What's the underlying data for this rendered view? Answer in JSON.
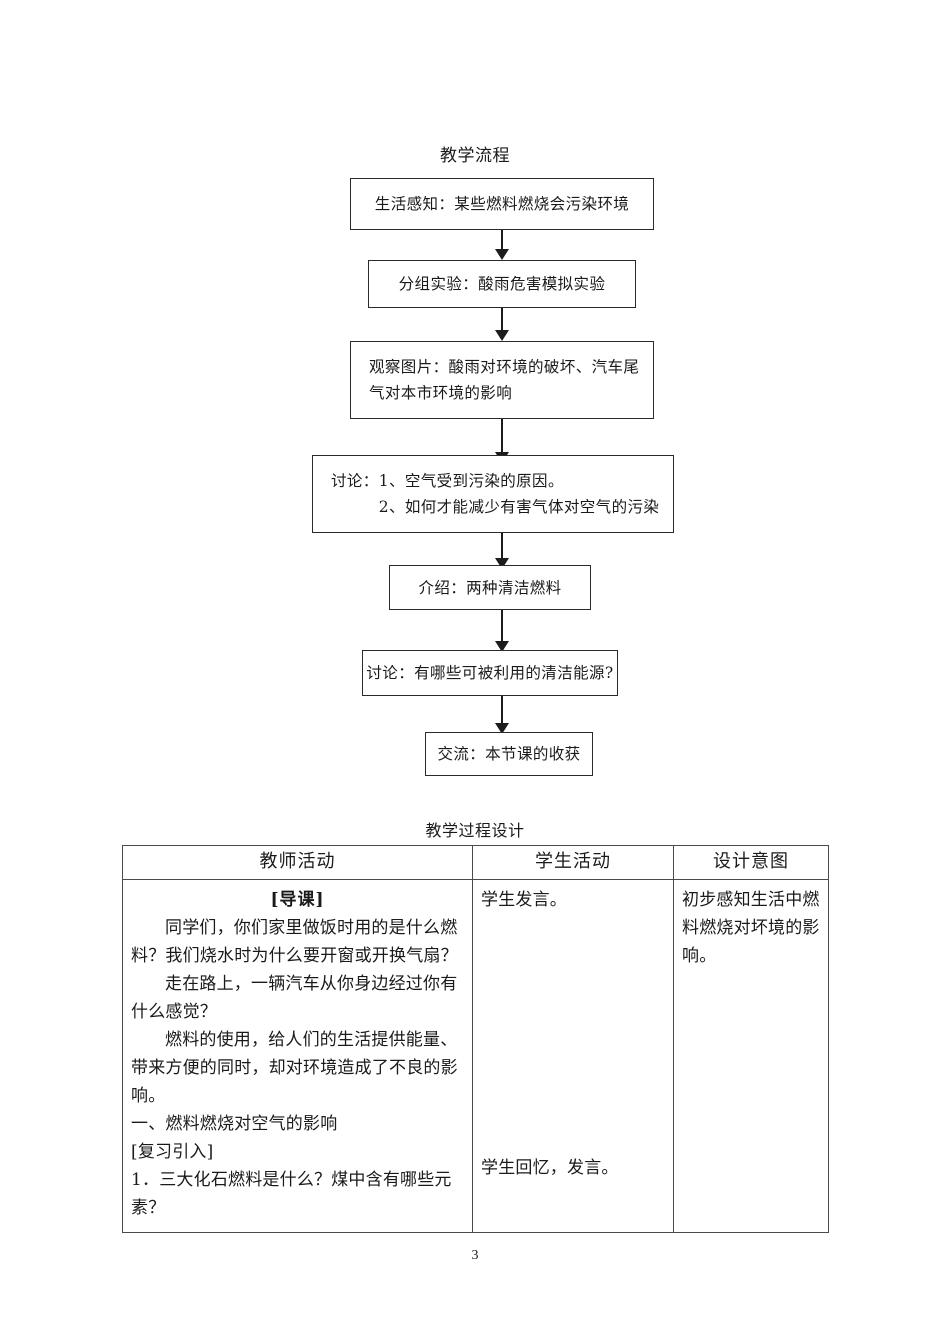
{
  "document": {
    "page_number": "3"
  },
  "flowchart": {
    "title": "教学流程",
    "nodes": [
      {
        "id": "n1",
        "text_lines": [
          "生活感知：某些燃料燃烧会污染环境"
        ],
        "align": "center"
      },
      {
        "id": "n2",
        "text_lines": [
          "分组实验：酸雨危害模拟实验"
        ],
        "align": "center"
      },
      {
        "id": "n3",
        "text_lines": [
          "观察图片：酸雨对环境的破坏、汽车尾",
          "气对本市环境的影响"
        ],
        "align": "left"
      },
      {
        "id": "n4",
        "text_lines": [
          "讨论：1、空气受到污染的原因。",
          "　　　2、如何才能减少有害气体对空气的污染"
        ],
        "align": "left"
      },
      {
        "id": "n5",
        "text_lines": [
          "介绍：两种清洁燃料"
        ],
        "align": "center"
      },
      {
        "id": "n6",
        "text_lines": [
          "讨论：有哪些可被利用的清洁能源?"
        ],
        "align": "center"
      },
      {
        "id": "n7",
        "text_lines": [
          "交流：本节课的收获"
        ],
        "align": "center"
      }
    ]
  },
  "process_table": {
    "title": "教学过程设计",
    "headers": [
      "教师活动",
      "学生活动",
      "设计意图"
    ],
    "rows": [
      {
        "teacher": {
          "heading": "[导课]",
          "paragraphs": [
            "同学们，你们家里做饭时用的是什么燃料？我们烧水时为什么要开窗或开换气扇？",
            "走在路上，一辆汽车从你身边经过你有什么感觉？",
            "燃料的使用，给人们的生活提供能量、带来方便的同时，却对环境造成了不良的影响。"
          ],
          "flush_lines": [
            "一、燃料燃烧对空气的影响",
            "[复习引入]",
            "1．三大化石燃料是什么？煤中含有哪些元素？"
          ]
        },
        "student_top": "学生发言。",
        "student_bottom": "学生回忆，发言。",
        "intent": "初步感知生活中燃料燃烧对坏境的影响。"
      }
    ]
  }
}
